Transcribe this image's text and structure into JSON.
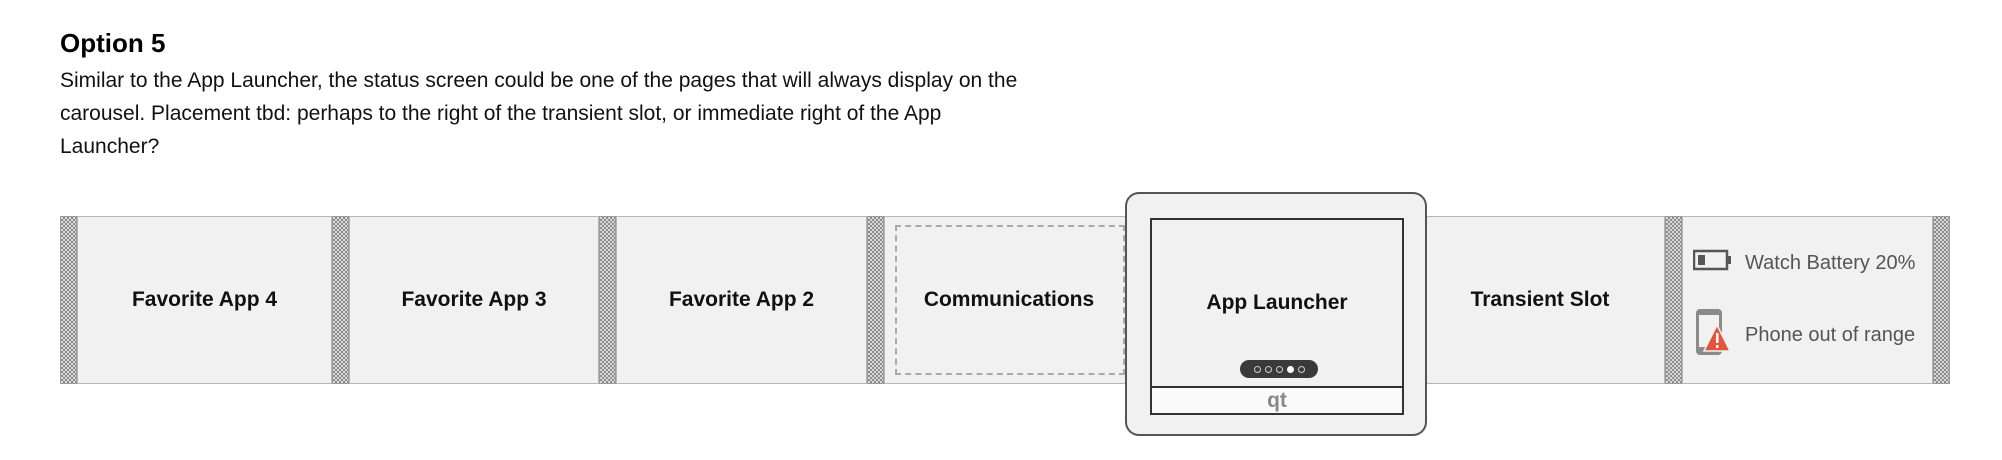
{
  "heading": "Option 5",
  "description": "Similar to the App Launcher, the status screen could be one of the pages that will always display on the carousel. Placement tbd: perhaps to the right of the transient slot, or immediate right of the App Launcher?",
  "carousel": {
    "panels": [
      {
        "label": "Favorite App 4"
      },
      {
        "label": "Favorite App 3"
      },
      {
        "label": "Favorite App 2"
      },
      {
        "label": "Communications"
      },
      {
        "label": "App Launcher"
      },
      {
        "label": "Transient Slot"
      }
    ],
    "watch_bottom_label": "qt",
    "page_indicator": {
      "total": 5,
      "active": 4
    },
    "status": {
      "battery_icon": "battery-low-icon",
      "battery_text": "Watch Battery 20%",
      "phone_icon": "phone-warning-icon",
      "phone_text": "Phone out of range",
      "warning_color": "#e4533c"
    }
  }
}
